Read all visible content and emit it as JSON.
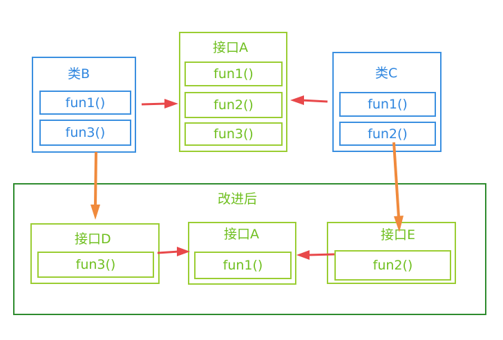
{
  "top": {
    "classB": {
      "title": "类B",
      "methods": [
        "fun1()",
        "fun3()"
      ]
    },
    "interfaceA": {
      "title": "接口A",
      "methods": [
        "fun1()",
        "fun2()",
        "fun3()"
      ]
    },
    "classC": {
      "title": "类C",
      "methods": [
        "fun1()",
        "fun2()"
      ]
    }
  },
  "improved": {
    "title": "改进后",
    "interfaceD": {
      "title": "接口D",
      "methods": [
        "fun3()"
      ]
    },
    "interfaceA": {
      "title": "接口A",
      "methods": [
        "fun1()"
      ]
    },
    "interfaceE": {
      "title": "接口E",
      "methods": [
        "fun2()"
      ]
    }
  },
  "colors": {
    "class_border": "#3a8fe0",
    "interface_border": "#9acd32",
    "container_border": "#2e8b2e",
    "red_arrow": "#e8484a",
    "orange_arrow": "#f08a3c"
  }
}
